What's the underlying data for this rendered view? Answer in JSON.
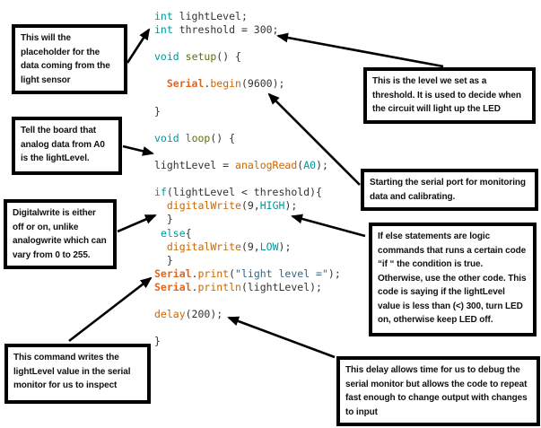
{
  "colors": {
    "kw": "#00979C",
    "fn": "#CC6600",
    "fn2": "#5E6D03",
    "serial": "#E0661A",
    "str": "#336680",
    "arrow": "#000000"
  },
  "code": {
    "language": "arduino",
    "lines": [
      [
        [
          "int",
          "kw"
        ],
        [
          " lightLevel;",
          ""
        ]
      ],
      [
        [
          "int",
          "kw"
        ],
        [
          " threshold = 300;",
          ""
        ]
      ],
      [],
      [
        [
          "void",
          "kw"
        ],
        [
          " ",
          ""
        ],
        [
          "setup",
          "fn2"
        ],
        [
          "() {",
          ""
        ]
      ],
      [],
      [
        [
          "  ",
          ""
        ],
        [
          "Serial",
          "serial"
        ],
        [
          ".",
          ""
        ],
        [
          "begin",
          "fn"
        ],
        [
          "(9600);",
          ""
        ]
      ],
      [],
      [
        [
          "}",
          ""
        ]
      ],
      [],
      [
        [
          "void",
          "kw"
        ],
        [
          " ",
          ""
        ],
        [
          "loop",
          "fn2"
        ],
        [
          "() {",
          ""
        ]
      ],
      [],
      [
        [
          "lightLevel = ",
          ""
        ],
        [
          "analogRead",
          "fn"
        ],
        [
          "(",
          ""
        ],
        [
          "A0",
          "kw"
        ],
        [
          ");",
          ""
        ]
      ],
      [],
      [
        [
          "if",
          "kw"
        ],
        [
          "(lightLevel < threshold){",
          ""
        ]
      ],
      [
        [
          "  ",
          ""
        ],
        [
          "digitalWrite",
          "fn"
        ],
        [
          "(9,",
          ""
        ],
        [
          "HIGH",
          "kw"
        ],
        [
          ");",
          ""
        ]
      ],
      [
        [
          "  }",
          ""
        ]
      ],
      [
        [
          " ",
          ""
        ],
        [
          "else",
          "kw"
        ],
        [
          "{",
          ""
        ]
      ],
      [
        [
          "  ",
          ""
        ],
        [
          "digitalWrite",
          "fn"
        ],
        [
          "(9,",
          ""
        ],
        [
          "LOW",
          "kw"
        ],
        [
          ");",
          ""
        ]
      ],
      [
        [
          "  }",
          ""
        ]
      ],
      [
        [
          "Serial",
          "serial"
        ],
        [
          ".",
          ""
        ],
        [
          "print",
          "fn"
        ],
        [
          "(",
          ""
        ],
        [
          "\"light level =\"",
          "str"
        ],
        [
          ");",
          ""
        ]
      ],
      [
        [
          "Serial",
          "serial"
        ],
        [
          ".",
          ""
        ],
        [
          "println",
          "fn"
        ],
        [
          "(lightLevel);",
          ""
        ]
      ],
      [],
      [
        [
          "delay",
          "fn"
        ],
        [
          "(200);",
          ""
        ]
      ],
      [],
      [
        [
          "}",
          ""
        ]
      ]
    ]
  },
  "callouts": [
    {
      "id": "placeholder",
      "text": "This will the placeholder for the  data coming from the light sensor"
    },
    {
      "id": "threshold",
      "text": "This is the level we set as a threshold. It is used to decide when the circuit will light up the LED"
    },
    {
      "id": "tell-board",
      "text": "Tell the board that analog data from A0 is the lightLevel."
    },
    {
      "id": "serial-port",
      "text": "Starting the serial port for monitoring data and calibrating."
    },
    {
      "id": "digitalwrite",
      "text": "Digitalwrite is either off or on, unlike analogwrite which can vary from 0 to 255."
    },
    {
      "id": "if-else",
      "text": "If else statements are logic commands that runs a certain code “if “ the condition is true. Otherwise, use the other code. This code is saying if the lightLevel value is less than (<) 300, turn LED on, otherwise keep LED off."
    },
    {
      "id": "serial-monitor",
      "text": "This command writes the lightLevel value in the serial monitor for us to inspect"
    },
    {
      "id": "delay",
      "text": "This delay allows time for us to debug the serial monitor but allows the code to repeat fast enough to change output with changes to input"
    }
  ]
}
